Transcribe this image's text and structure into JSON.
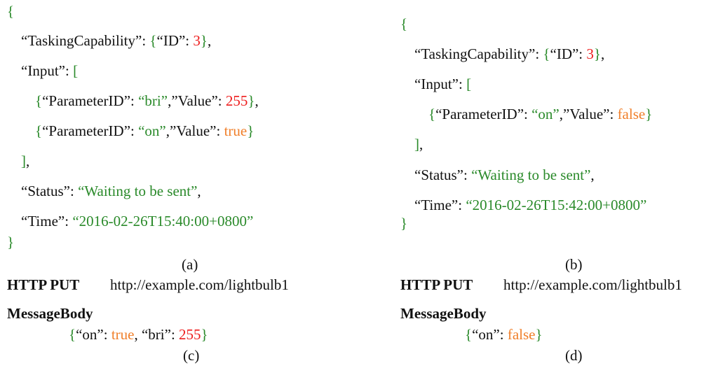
{
  "colors": {
    "green": "#2a8a2a",
    "red": "#ee1c1c",
    "orange": "#f07f2a",
    "black": "#111111"
  },
  "panel_a": {
    "lines": [
      [
        [
          "g",
          "{"
        ]
      ],
      [
        [
          "k",
          "“TaskingCapability”: "
        ],
        [
          "g",
          "{"
        ],
        [
          "k",
          "“ID”: "
        ],
        [
          "r",
          "3"
        ],
        [
          "g",
          "}"
        ],
        [
          "k",
          ","
        ]
      ],
      [
        [
          "k",
          "“Input”: "
        ],
        [
          "g",
          "["
        ]
      ],
      [
        [
          "g",
          "{"
        ],
        [
          "k",
          "“ParameterID”: "
        ],
        [
          "g",
          "“bri”"
        ],
        [
          "k",
          ",”Value”: "
        ],
        [
          "r",
          "255"
        ],
        [
          "g",
          "}"
        ],
        [
          "k",
          ","
        ]
      ],
      [
        [
          "g",
          "{"
        ],
        [
          "k",
          "“ParameterID”: "
        ],
        [
          "g",
          "“on”"
        ],
        [
          "k",
          ",”Value”: "
        ],
        [
          "o",
          "true"
        ],
        [
          "g",
          "}"
        ]
      ],
      [
        [
          "g",
          "]"
        ],
        [
          "k",
          ","
        ]
      ],
      [
        [
          "k",
          "“Status”: "
        ],
        [
          "g",
          "“Waiting to be sent”"
        ],
        [
          "k",
          ","
        ]
      ],
      [
        [
          "k",
          "“Time”: "
        ],
        [
          "g",
          "“2016-02-26T15:40:00+0800”"
        ]
      ],
      [
        [
          "g",
          "}"
        ]
      ]
    ],
    "caption": "(a)"
  },
  "panel_b": {
    "lines": [
      [
        [
          "g",
          "{"
        ]
      ],
      [
        [
          "k",
          "“TaskingCapability”: "
        ],
        [
          "g",
          "{"
        ],
        [
          "k",
          "“ID”: "
        ],
        [
          "r",
          "3"
        ],
        [
          "g",
          "}"
        ],
        [
          "k",
          ","
        ]
      ],
      [
        [
          "k",
          "“Input”: "
        ],
        [
          "g",
          "["
        ]
      ],
      [
        [
          "g",
          "{"
        ],
        [
          "k",
          "“ParameterID”: "
        ],
        [
          "g",
          "“on”"
        ],
        [
          "k",
          ",”Value”: "
        ],
        [
          "o",
          "false"
        ],
        [
          "g",
          "}"
        ]
      ],
      [
        [
          "g",
          "]"
        ],
        [
          "k",
          ","
        ]
      ],
      [
        [
          "k",
          "“Status”: "
        ],
        [
          "g",
          "“Waiting to be sent”"
        ],
        [
          "k",
          ","
        ]
      ],
      [
        [
          "k",
          "“Time”: "
        ],
        [
          "g",
          "“2016-02-26T15:42:00+0800”"
        ]
      ],
      [
        [
          "g",
          "}"
        ]
      ]
    ],
    "caption": "(b)"
  },
  "panel_c": {
    "method": "HTTP PUT",
    "url": "http://example.com/lightbulb1",
    "body_label": "MessageBody",
    "body": [
      [
        "g",
        "{"
      ],
      [
        "k",
        "“on”: "
      ],
      [
        "o",
        "true"
      ],
      [
        "k",
        ", “bri”: "
      ],
      [
        "r",
        "255"
      ],
      [
        "g",
        "}"
      ]
    ],
    "caption": "(c)"
  },
  "panel_d": {
    "method": "HTTP PUT",
    "url": "http://example.com/lightbulb1",
    "body_label": "MessageBody",
    "body": [
      [
        "g",
        "{"
      ],
      [
        "k",
        "“on”: "
      ],
      [
        "o",
        "false"
      ],
      [
        "g",
        "}"
      ]
    ],
    "caption": "(d)"
  }
}
